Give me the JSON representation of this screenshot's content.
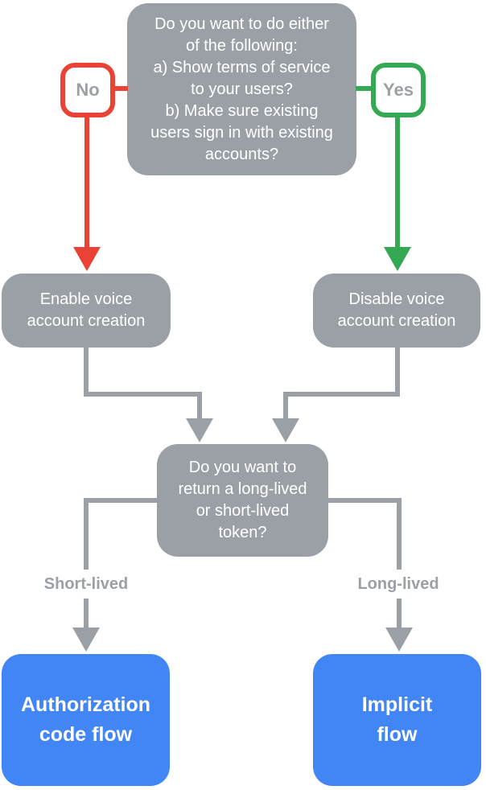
{
  "palette": {
    "node_gray": "#9AA0A6",
    "branch_red": "#EA4335",
    "branch_green": "#34A853",
    "result_blue": "#4285F4",
    "node_text_white": "#FFFFFF",
    "label_text_gray": "#9AA0A6",
    "label_background": "#FFFFFF"
  },
  "flowchart": {
    "root_question": "Do you want to do either\nof the following:\na) Show terms of service\nto your users?\nb) Make sure existing\nusers sign in with existing\naccounts?",
    "no_label": "No",
    "yes_label": "Yes",
    "enable_node": "Enable voice\naccount creation",
    "disable_node": "Disable voice\naccount creation",
    "token_question": "Do you want to\nreturn a long-lived\nor short-lived\ntoken?",
    "short_lived_label": "Short-lived",
    "long_lived_label": "Long-lived",
    "authorization_node": "Authorization\ncode flow",
    "implicit_node": "Implicit\nflow"
  }
}
